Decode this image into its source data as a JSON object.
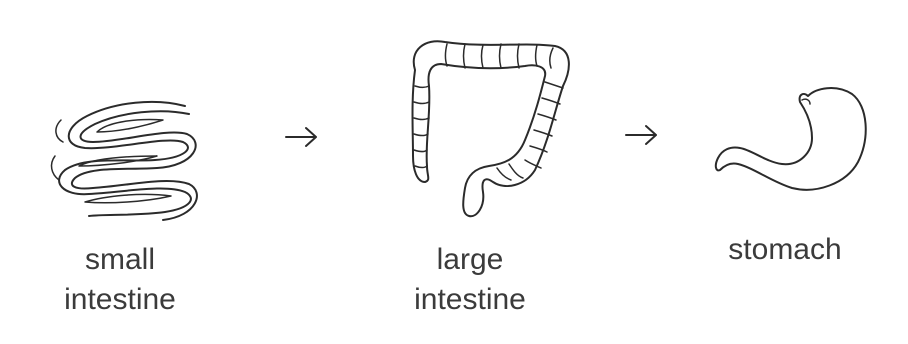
{
  "diagram": {
    "steps": [
      {
        "id": "small-intestine",
        "label_line1": "small",
        "label_line2": "intestine",
        "icon": "small-intestine-icon"
      },
      {
        "id": "large-intestine",
        "label_line1": "large",
        "label_line2": "intestine",
        "icon": "large-intestine-icon"
      },
      {
        "id": "stomach",
        "label_line1": "stomach",
        "label_line2": "",
        "icon": "stomach-icon"
      }
    ],
    "arrow_glyph": "→"
  },
  "colors": {
    "ink": "#2b2b2b",
    "text": "#3b3b3b",
    "background": "#ffffff"
  }
}
